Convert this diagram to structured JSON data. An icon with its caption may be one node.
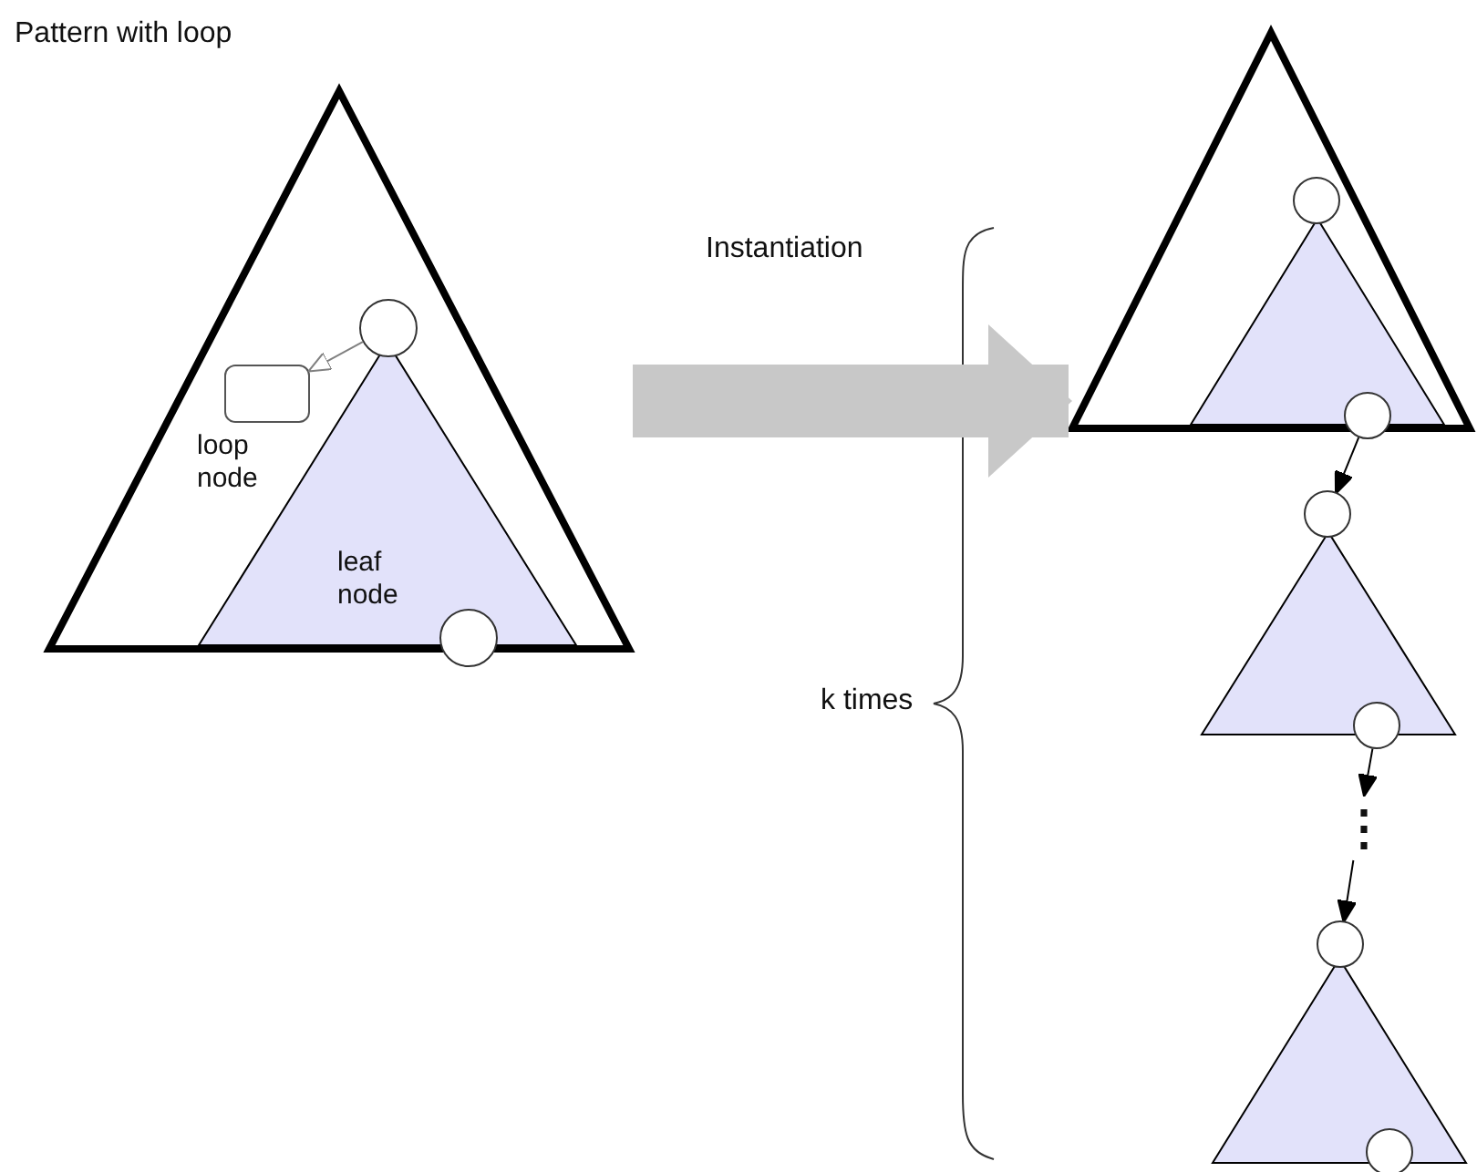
{
  "diagram": {
    "title": "Pattern with loop",
    "nodes": [
      {
        "text": [],
        "shape": "triangle"
      },
      {
        "text": [],
        "shape": "triangle",
        "in": 0
      },
      {
        "text": [],
        "shape": "circle",
        "in": 0
      },
      {
        "text": [],
        "shape": "box",
        "in": 0,
        "beside": [
          "loop node"
        ]
      },
      {
        "text": [],
        "shape": "circle"
      },
      {
        "text": [],
        "shape": "triangle"
      },
      {
        "text": [],
        "shape": "triangle",
        "in": 5
      },
      {
        "text": [],
        "shape": "circle",
        "in": 5
      },
      {
        "text": [],
        "shape": "circle"
      },
      {
        "text": [],
        "shape": "triangle"
      },
      {
        "text": [],
        "shape": "circle"
      },
      {
        "text": [],
        "shape": "circle"
      },
      {
        "text": [
          "⋮"
        ]
      },
      {
        "text": [],
        "shape": "triangle"
      },
      {
        "text": [],
        "shape": "circle"
      },
      {
        "text": [],
        "shape": "circle"
      }
    ],
    "edges": [
      {
        "from": 2,
        "to": 3,
        "arrow": "to",
        "color": "#808080"
      },
      {
        "from": 0,
        "to": 5,
        "arrow": "to",
        "label": "Instantiation",
        "style": "thick",
        "color": "#c8c8c8"
      },
      {
        "from": 8,
        "to": 10,
        "arrow": "to"
      },
      {
        "from": 11,
        "to": 12,
        "arrow": "to"
      },
      {
        "from": 12,
        "to": 14,
        "arrow": "to"
      }
    ],
    "labels": [
      "leaf node",
      "k times"
    ]
  }
}
